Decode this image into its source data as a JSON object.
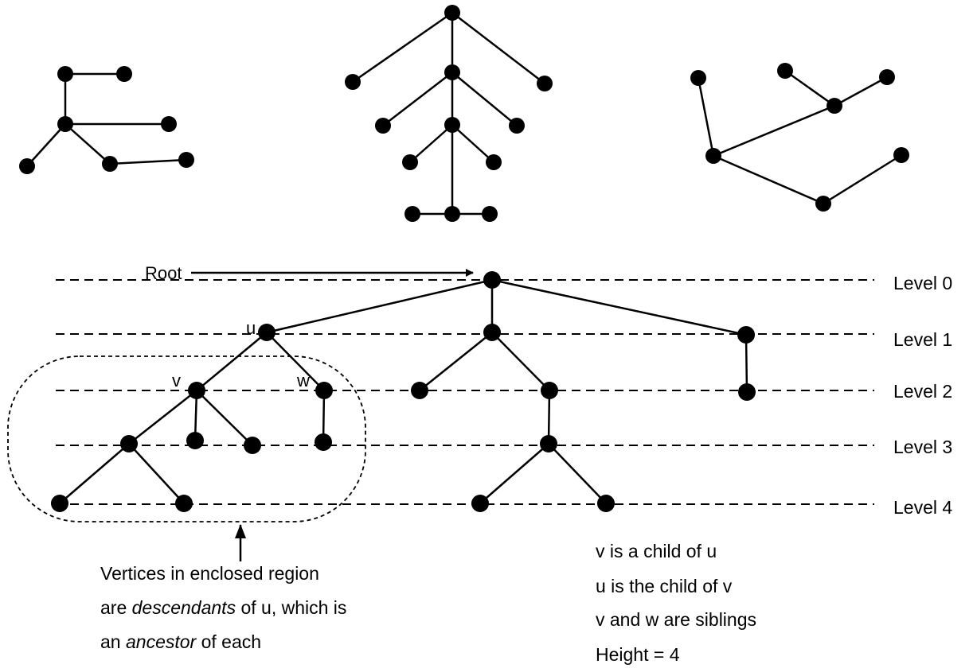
{
  "root_label": "Root",
  "vertex_labels": {
    "u": "u",
    "v": "v",
    "w": "w"
  },
  "levels": [
    "Level 0",
    "Level 1",
    "Level 2",
    "Level 3",
    "Level 4"
  ],
  "caption_left": [
    {
      "parts": [
        {
          "text": "Vertices in enclosed region",
          "italic": false
        }
      ]
    },
    {
      "parts": [
        {
          "text": "are ",
          "italic": false
        },
        {
          "text": "descendants",
          "italic": true
        },
        {
          "text": " of u, which is",
          "italic": false
        }
      ]
    },
    {
      "parts": [
        {
          "text": "an ",
          "italic": false
        },
        {
          "text": "ancestor",
          "italic": true
        },
        {
          "text": " of each",
          "italic": false
        }
      ]
    }
  ],
  "caption_right": [
    "v is a child of u",
    "u is the child of v",
    "v and w are siblings",
    "Height = 4"
  ]
}
